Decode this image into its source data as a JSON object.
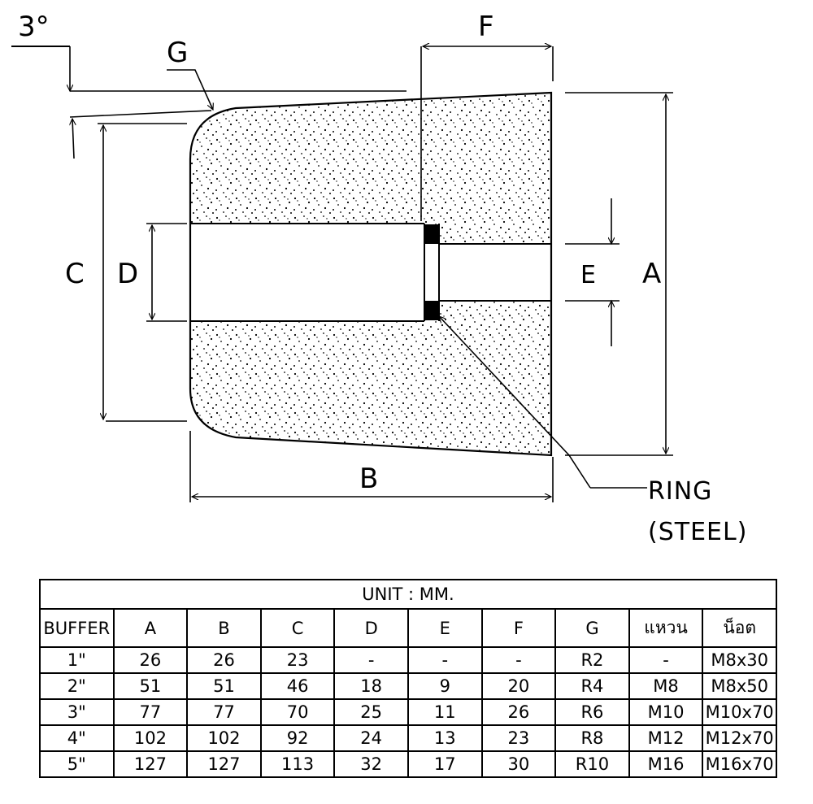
{
  "diagram": {
    "angle_label": "3°",
    "dimension_labels": {
      "A": "A",
      "B": "B",
      "C": "C",
      "D": "D",
      "E": "E",
      "F": "F",
      "G": "G"
    },
    "ring_label": "RING",
    "ring_sublabel": "(STEEL)"
  },
  "table": {
    "unit": "UNIT  :  MM.",
    "headers": [
      "BUFFER",
      "A",
      "B",
      "C",
      "D",
      "E",
      "F",
      "G",
      "แหวน",
      "น็อต"
    ],
    "rows": [
      [
        "1\"",
        "26",
        "26",
        "23",
        "-",
        "-",
        "-",
        "R2",
        "-",
        "M8x30"
      ],
      [
        "2\"",
        "51",
        "51",
        "46",
        "18",
        "9",
        "20",
        "R4",
        "M8",
        "M8x50"
      ],
      [
        "3\"",
        "77",
        "77",
        "70",
        "25",
        "11",
        "26",
        "R6",
        "M10",
        "M10x70"
      ],
      [
        "4\"",
        "102",
        "102",
        "92",
        "24",
        "13",
        "23",
        "R8",
        "M12",
        "M12x70"
      ],
      [
        "5\"",
        "127",
        "127",
        "113",
        "32",
        "17",
        "30",
        "R10",
        "M16",
        "M16x70"
      ]
    ]
  }
}
